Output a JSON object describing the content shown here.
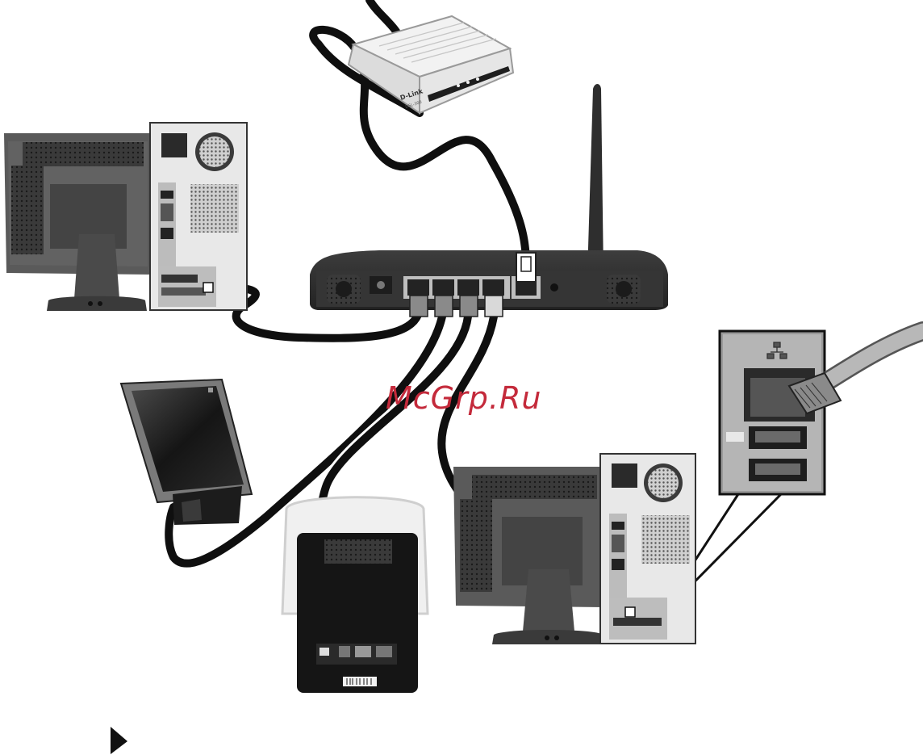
{
  "watermark": {
    "text": "McGrp.Ru",
    "color": "#c42a3b"
  },
  "modem": {
    "brand_text": "D-Link",
    "model_text": "DSL-300"
  },
  "colors": {
    "cable": "#0f0f0f",
    "device_dark": "#2f2f2f",
    "device_mid": "#5a5a5a",
    "device_light": "#d9d9d9",
    "background": "#ffffff"
  },
  "icons": {
    "router": "wireless-router-icon",
    "modem": "dsl-modem-icon",
    "next_arrow": "play-triangle-icon"
  }
}
